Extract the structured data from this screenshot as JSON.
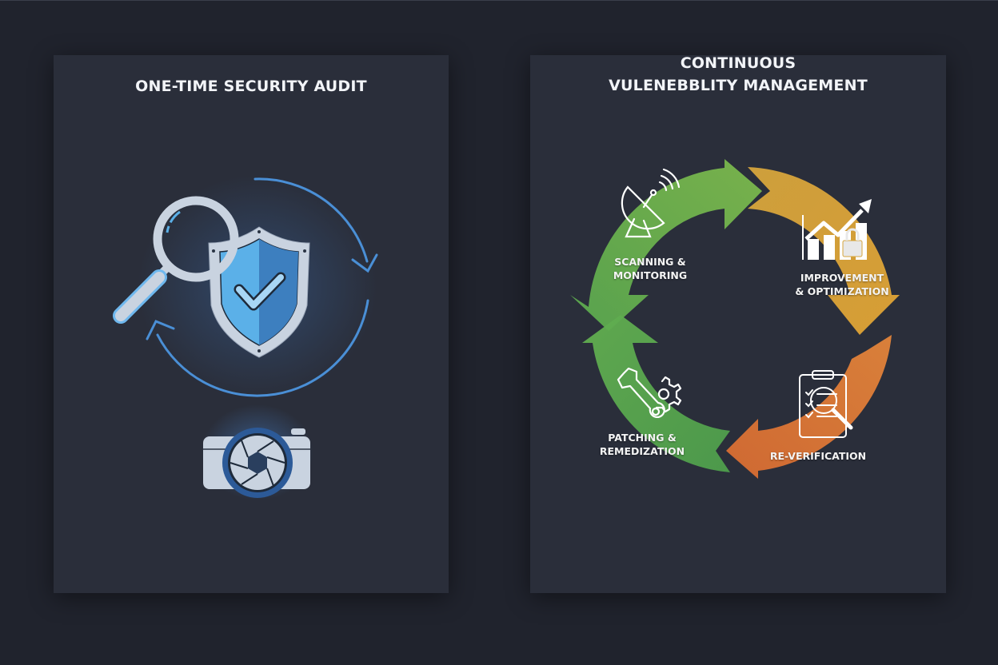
{
  "left_panel": {
    "title": "ONE-TIME SECURITY AUDIT",
    "icons": [
      "magnifier-icon",
      "shield-check-icon",
      "refresh-cycle-icon",
      "camera-shutter-icon"
    ],
    "colors": {
      "accent": "#4a90d9",
      "shield_light": "#5bb0e8",
      "shield_dark": "#3d7fbf",
      "metal": "#c9d3e0"
    }
  },
  "right_panel": {
    "title_line1": "CONTINUOUS",
    "title_line2": "VULENEBBLITY MANAGEMENT",
    "cycle": [
      {
        "label": "SCANNING & MONITORING",
        "icon": "satellite-dish-icon",
        "color": "#6cb04f"
      },
      {
        "label_line1": "IMPROVEMENT",
        "label_line2": "& OPTIMIZATION",
        "icon": "chart-lock-icon",
        "color": "#d9a63a"
      },
      {
        "label": "RE-VERIFICATION",
        "icon": "clipboard-search-icon",
        "color": "#d9763a"
      },
      {
        "label_line1": "PATCHING &",
        "label_line2": "REMEDIZATION",
        "icon": "wrench-gear-icon",
        "color": "#5aa84f"
      }
    ]
  },
  "colors": {
    "background": "#20232d",
    "panel": "#2a2e3a",
    "text": "#f2f4f8"
  }
}
